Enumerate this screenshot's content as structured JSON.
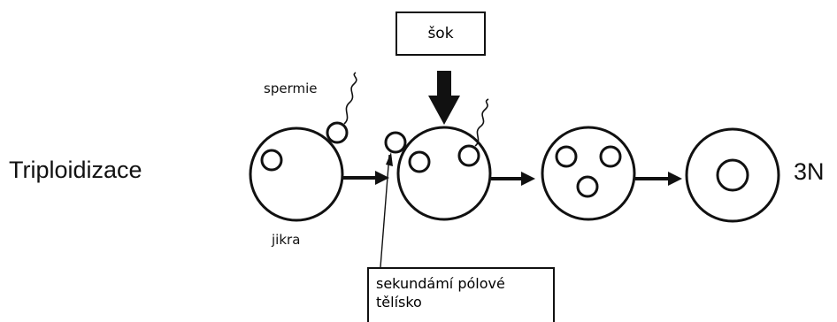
{
  "diagram": {
    "title": "Triploidizace",
    "result_label": "3N",
    "shock_label": "šok",
    "sperm_label": "spermie",
    "egg_label": "jikra",
    "note_line1": "sekundámí pólové",
    "note_line2": "tělísko"
  },
  "colors": {
    "stroke": "#111111",
    "background": "#ffffff"
  }
}
